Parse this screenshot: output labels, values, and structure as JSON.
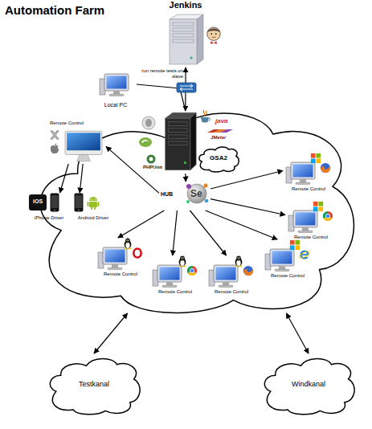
{
  "diagram": {
    "title": "Automation Farm",
    "nodes": [
      {
        "text": [
          "Jenkins"
        ]
      },
      {
        "text": [
          "Local PC"
        ]
      },
      {
        "text": []
      },
      {
        "text": [
          "GSA2"
        ],
        "in": 2
      },
      {
        "text": [
          "Remote Control"
        ],
        "in": 2
      },
      {
        "text": [
          "iPhone Driver"
        ],
        "in": 2
      },
      {
        "text": [
          "Android Driver"
        ],
        "in": 2
      },
      {
        "text": [
          "HUB"
        ],
        "in": 2
      },
      {
        "text": [
          "Remote Control"
        ],
        "in": 2
      },
      {
        "text": [
          "Remote Control"
        ],
        "in": 2
      },
      {
        "text": [
          "Remote Control"
        ],
        "in": 2
      },
      {
        "text": [
          "Remote Control"
        ],
        "in": 2
      },
      {
        "text": [
          "Remote Control"
        ],
        "in": 2
      },
      {
        "text": [
          "Remote Control"
        ],
        "in": 2
      },
      {
        "text": [
          "Testkanal"
        ]
      },
      {
        "text": [
          "Windkanal"
        ]
      }
    ],
    "edges": [
      {
        "from": 0,
        "to": 3,
        "label": "run remote tests on slave",
        "arrow": "both"
      },
      {
        "from": 1,
        "to": 3,
        "arrow": "none"
      },
      {
        "from": 3,
        "to": 7,
        "arrow": "to"
      },
      {
        "from": 7,
        "to": 4,
        "arrow": "to"
      },
      {
        "from": 4,
        "to": 5,
        "arrow": "to"
      },
      {
        "from": 4,
        "to": 6,
        "arrow": "to"
      },
      {
        "from": 7,
        "to": 8,
        "arrow": "to"
      },
      {
        "from": 7,
        "to": 9,
        "arrow": "to"
      },
      {
        "from": 7,
        "to": 10,
        "arrow": "to"
      },
      {
        "from": 7,
        "to": 11,
        "arrow": "to"
      },
      {
        "from": 7,
        "to": 12,
        "arrow": "to"
      },
      {
        "from": 7,
        "to": 13,
        "arrow": "to"
      },
      {
        "from": 2,
        "to": 14,
        "arrow": "both"
      },
      {
        "from": 2,
        "to": 15,
        "arrow": "both"
      }
    ],
    "labels": [
      "java",
      "JMeter",
      "PHPUnit",
      "Se",
      "iOS"
    ]
  }
}
